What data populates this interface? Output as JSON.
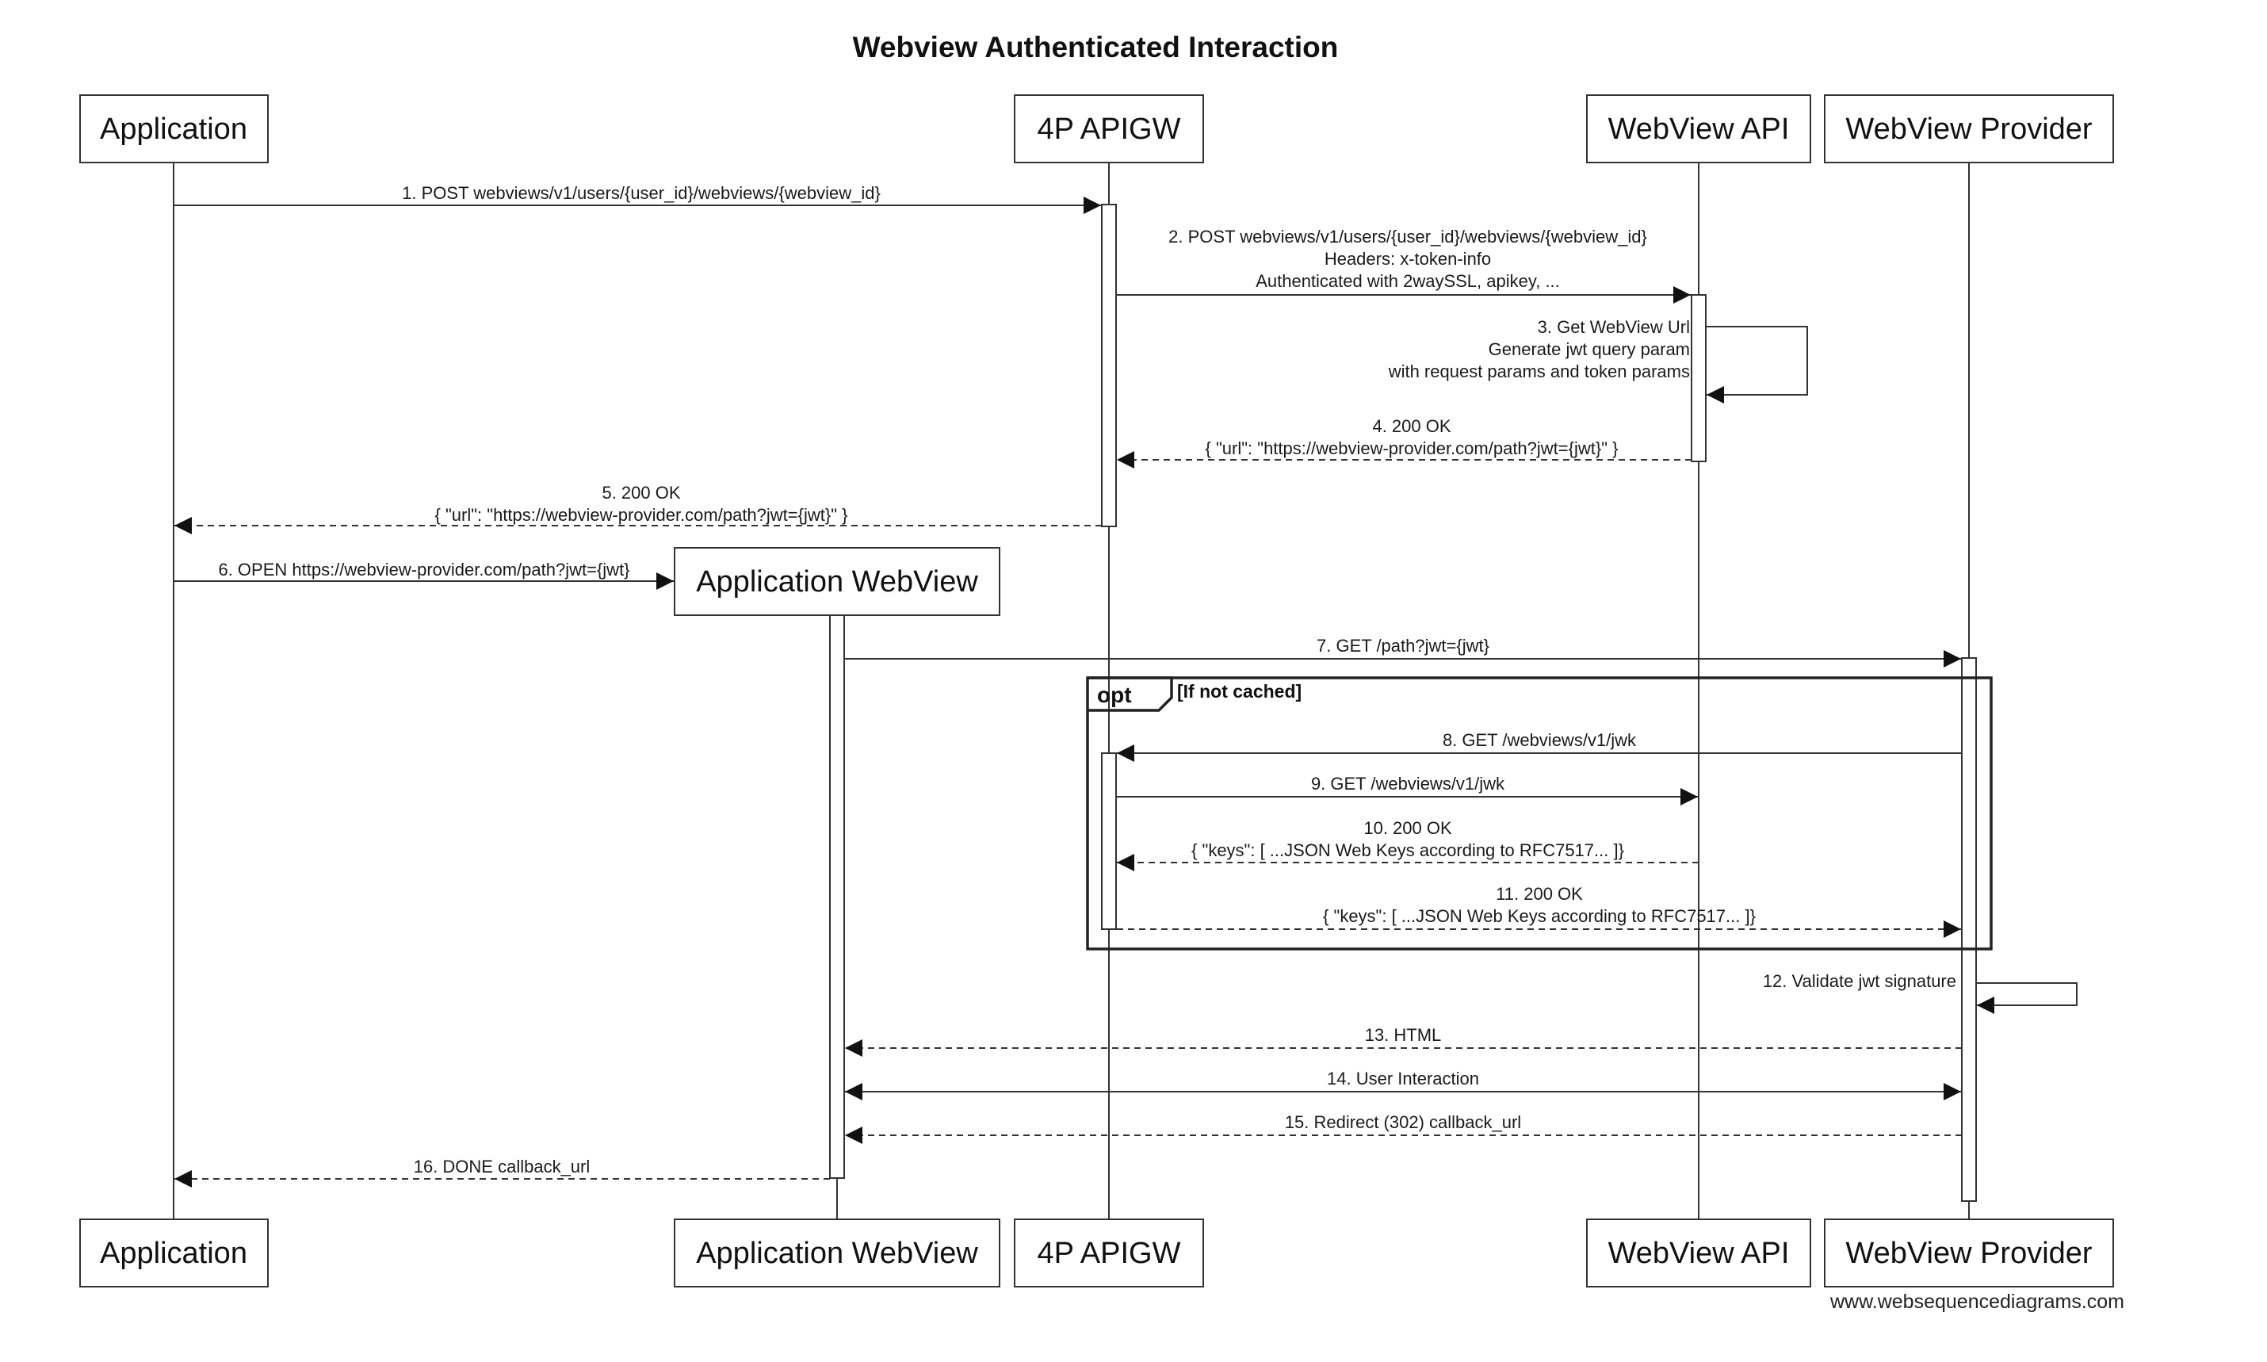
{
  "title": "Webview Authenticated Interaction",
  "participants": {
    "app": "Application",
    "appwv": "Application WebView",
    "apigw": "4P APIGW",
    "wvapi": "WebView API",
    "wvprov": "WebView Provider"
  },
  "messages": [
    {
      "id": "m1",
      "lines": [
        "1. POST webviews/v1/users/{user_id}/webviews/{webview_id}"
      ]
    },
    {
      "id": "m2",
      "lines": [
        "2. POST webviews/v1/users/{user_id}/webviews/{webview_id}",
        "Headers: x-token-info",
        "Authenticated with 2waySSL, apikey, ..."
      ]
    },
    {
      "id": "m3",
      "lines": [
        "3. Get WebView Url",
        "Generate jwt query param",
        "with request params and token params"
      ]
    },
    {
      "id": "m4",
      "lines": [
        "4. 200 OK",
        "{ \"url\": \"https://webview-provider.com/path?jwt={jwt}\" }"
      ]
    },
    {
      "id": "m5",
      "lines": [
        "5. 200 OK",
        "{ \"url\": \"https://webview-provider.com/path?jwt={jwt}\" }"
      ]
    },
    {
      "id": "m6",
      "lines": [
        "6. OPEN https://webview-provider.com/path?jwt={jwt}"
      ]
    },
    {
      "id": "m7",
      "lines": [
        "7. GET /path?jwt={jwt}"
      ]
    },
    {
      "id": "m8",
      "lines": [
        "8. GET /webviews/v1/jwk"
      ]
    },
    {
      "id": "m9",
      "lines": [
        "9. GET /webviews/v1/jwk"
      ]
    },
    {
      "id": "m10",
      "lines": [
        "10. 200 OK",
        "{ \"keys\": [ ...JSON Web Keys according to RFC7517... ]}"
      ]
    },
    {
      "id": "m11",
      "lines": [
        "11. 200 OK",
        "{ \"keys\": [ ...JSON Web Keys according to RFC7517... ]}"
      ]
    },
    {
      "id": "m12",
      "lines": [
        "12. Validate jwt signature"
      ]
    },
    {
      "id": "m13",
      "lines": [
        "13. HTML"
      ]
    },
    {
      "id": "m14",
      "lines": [
        "14. User Interaction"
      ]
    },
    {
      "id": "m15",
      "lines": [
        "15. Redirect (302) callback_url"
      ]
    },
    {
      "id": "m16",
      "lines": [
        "16. DONE callback_url"
      ]
    }
  ],
  "opt": {
    "keyword": "opt",
    "condition": "[If not cached]"
  },
  "watermark": "www.websequencediagrams.com"
}
